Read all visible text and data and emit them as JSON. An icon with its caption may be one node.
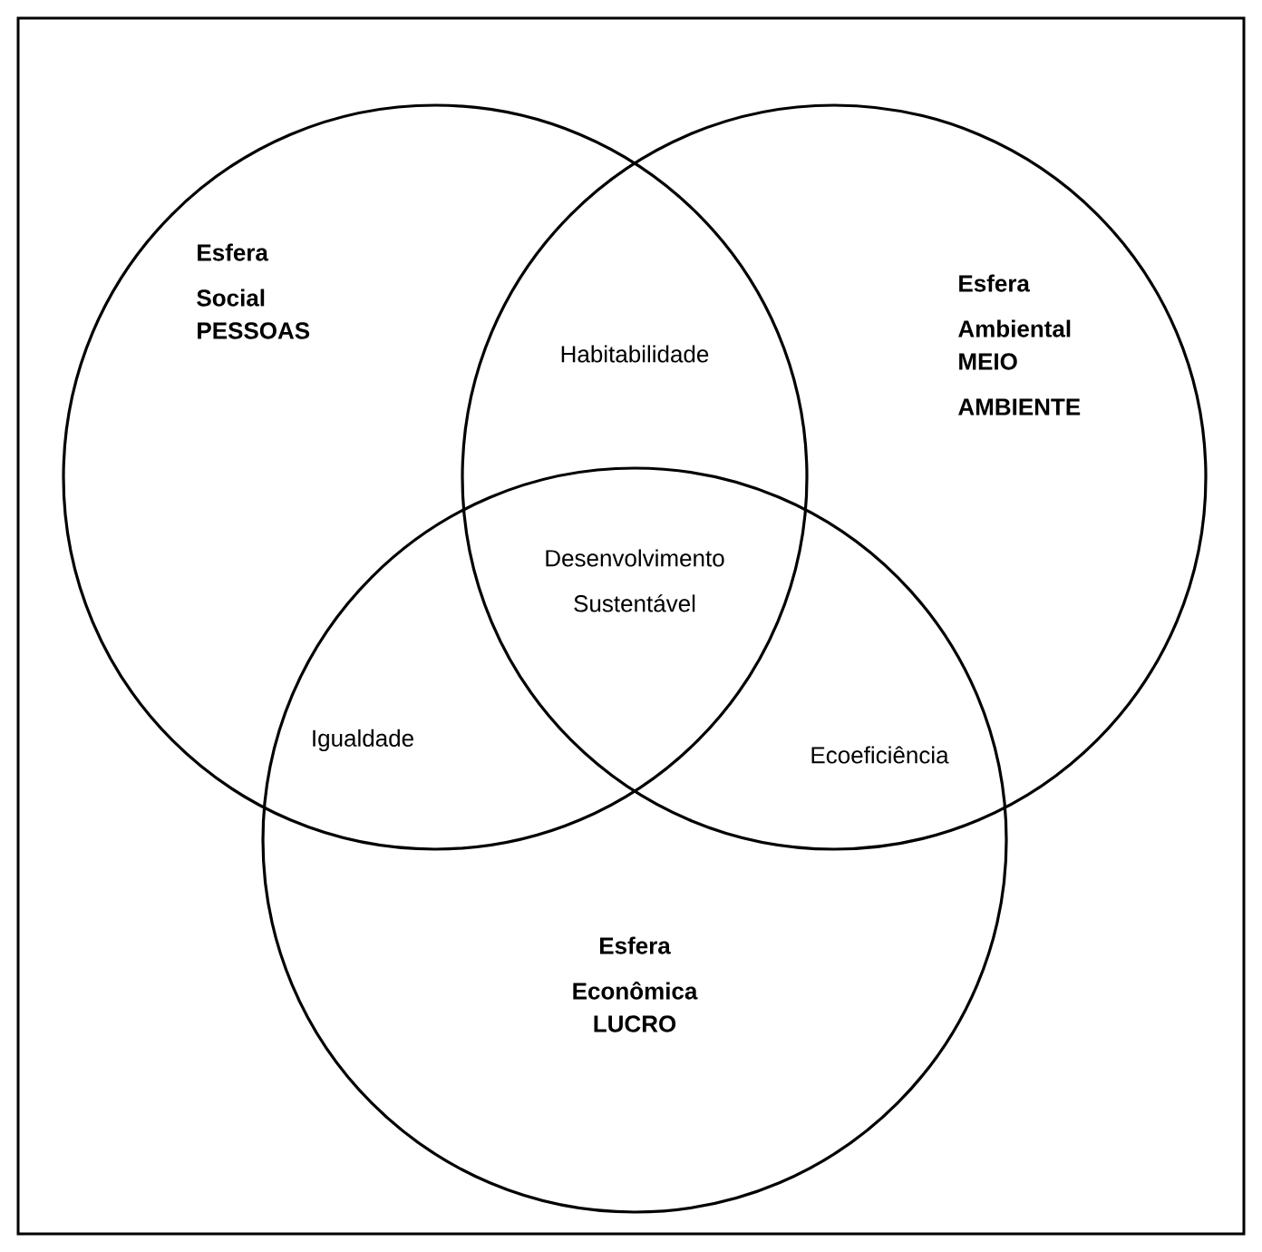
{
  "diagram": {
    "nodes": [
      {
        "text": [
          "Esfera Social",
          "PESSOAS"
        ]
      },
      {
        "text": [
          "Esfera Ambiental",
          "MEIO AMBIENTE"
        ]
      },
      {
        "text": [
          "Esfera Econômica",
          "LUCRO"
        ]
      }
    ],
    "labels": [
      "Habitabilidade",
      "Desenvolvimento Sustentável",
      "Igualdade",
      "Ecoeficiência"
    ]
  }
}
